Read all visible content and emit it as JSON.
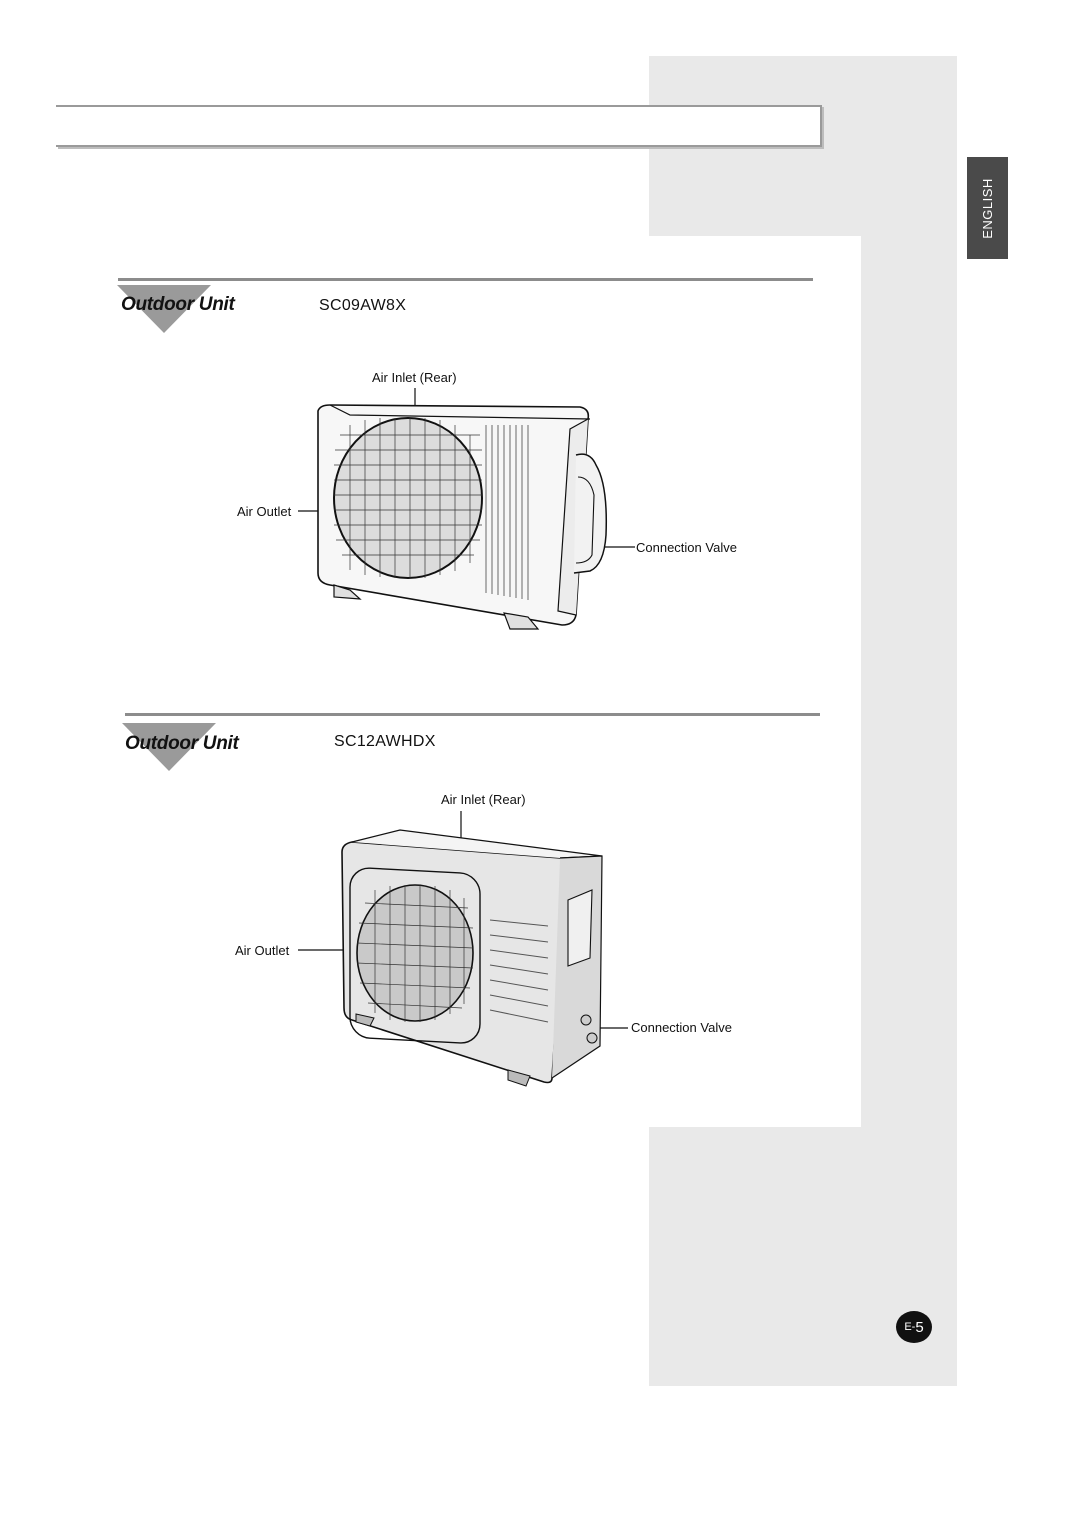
{
  "language_tab": "ENGLISH",
  "sections": [
    {
      "label": "Outdoor Unit",
      "model": "SC09AW8X",
      "callouts": {
        "air_inlet": "Air Inlet (Rear)",
        "air_outlet": "Air Outlet",
        "connection_valve": "Connection Valve"
      }
    },
    {
      "label": "Outdoor Unit",
      "model": "SC12AWHDX",
      "callouts": {
        "air_inlet": "Air Inlet (Rear)",
        "air_outlet": "Air Outlet",
        "connection_valve": "Connection Valve"
      }
    }
  ],
  "page_number": {
    "prefix": "E-",
    "number": "5"
  },
  "colors": {
    "sidebar_gray": "#e9e9e9",
    "tab_dark": "#4a4a4a",
    "marker_gray": "#9a9a9a"
  }
}
